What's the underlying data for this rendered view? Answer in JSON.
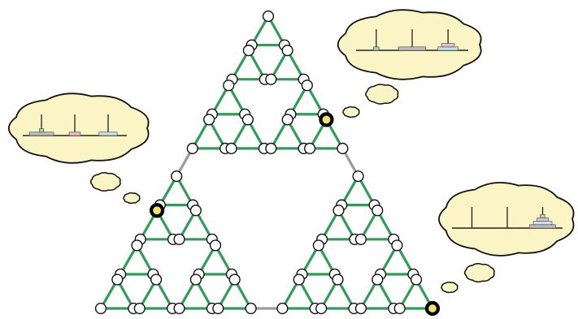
{
  "graph": {
    "levels": 4,
    "edge_colors": {
      "level1": "#2e9e57",
      "level2": "#e0303a",
      "level3": "#1f6fb0",
      "level4": "#9a9a9a"
    },
    "node_fill": "#ffffff",
    "node_stroke": "#111111",
    "highlight_ring": "#f3e36b"
  },
  "thought_bubbles": [
    {
      "id": "left",
      "fill": "#fbf4c4",
      "pegs": [
        {
          "disks": [
            {
              "color": "#9fd7a8",
              "w": 0.14
            },
            {
              "color": "#bdbdbd",
              "w": 0.78
            }
          ]
        },
        {
          "disks": [
            {
              "color": "#f2b8c9",
              "w": 0.36
            }
          ]
        },
        {
          "disks": [
            {
              "color": "#bde6ee",
              "w": 0.58
            }
          ]
        }
      ]
    },
    {
      "id": "top-right",
      "fill": "#fbf4c4",
      "pegs": [
        {
          "disks": [
            {
              "color": "#9fd7a8",
              "w": 0.16
            }
          ]
        },
        {
          "disks": [
            {
              "color": "#bdbdbd",
              "w": 0.8
            }
          ]
        },
        {
          "disks": [
            {
              "color": "#f2b8c9",
              "w": 0.38
            },
            {
              "color": "#bde6ee",
              "w": 0.6
            }
          ]
        }
      ]
    },
    {
      "id": "right",
      "fill": "#fbf4c4",
      "pegs": [
        {
          "disks": []
        },
        {
          "disks": []
        },
        {
          "disks": [
            {
              "color": "#9fd7a8",
              "w": 0.14
            },
            {
              "color": "#f2b8c9",
              "w": 0.34
            },
            {
              "color": "#bde6ee",
              "w": 0.56
            },
            {
              "color": "#bdbdbd",
              "w": 0.78
            }
          ]
        }
      ]
    }
  ]
}
